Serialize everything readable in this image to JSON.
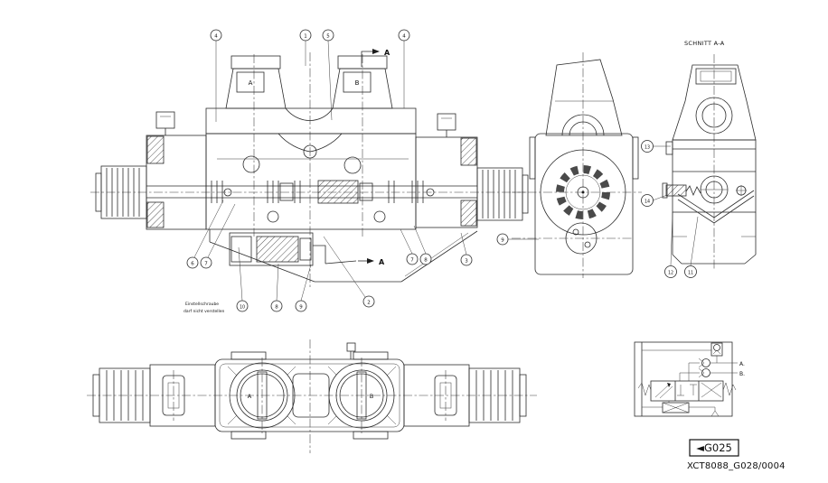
{
  "meta": {
    "background": "#ffffff",
    "ink_color": "#2b2b2b"
  },
  "titles": {
    "schnitt_title": "SCHNITT A-A"
  },
  "labels": {
    "section_arrow_top": "A",
    "section_arrow_bottom": "A",
    "note_line1": "Einstellschraube",
    "note_line2": "darf nicht verstellen"
  },
  "ports": {
    "front_a": "A",
    "front_b": "B",
    "bottom_a": "A",
    "bottom_b": "B",
    "schem_a": "A.",
    "schem_b": "B."
  },
  "callouts": {
    "main_top": [
      "4",
      "1",
      "5",
      "4"
    ],
    "main_left": [
      "6",
      "7"
    ],
    "main_bottom": [
      "10",
      "8",
      "9",
      "2"
    ],
    "main_right": [
      "7",
      "8",
      "3"
    ],
    "side_view": [
      "9"
    ],
    "schnitt": [
      "13",
      "14",
      "12",
      "11"
    ]
  },
  "footer": {
    "figure_ref": "◄G025",
    "code": "XCT8088_G028/0004"
  }
}
